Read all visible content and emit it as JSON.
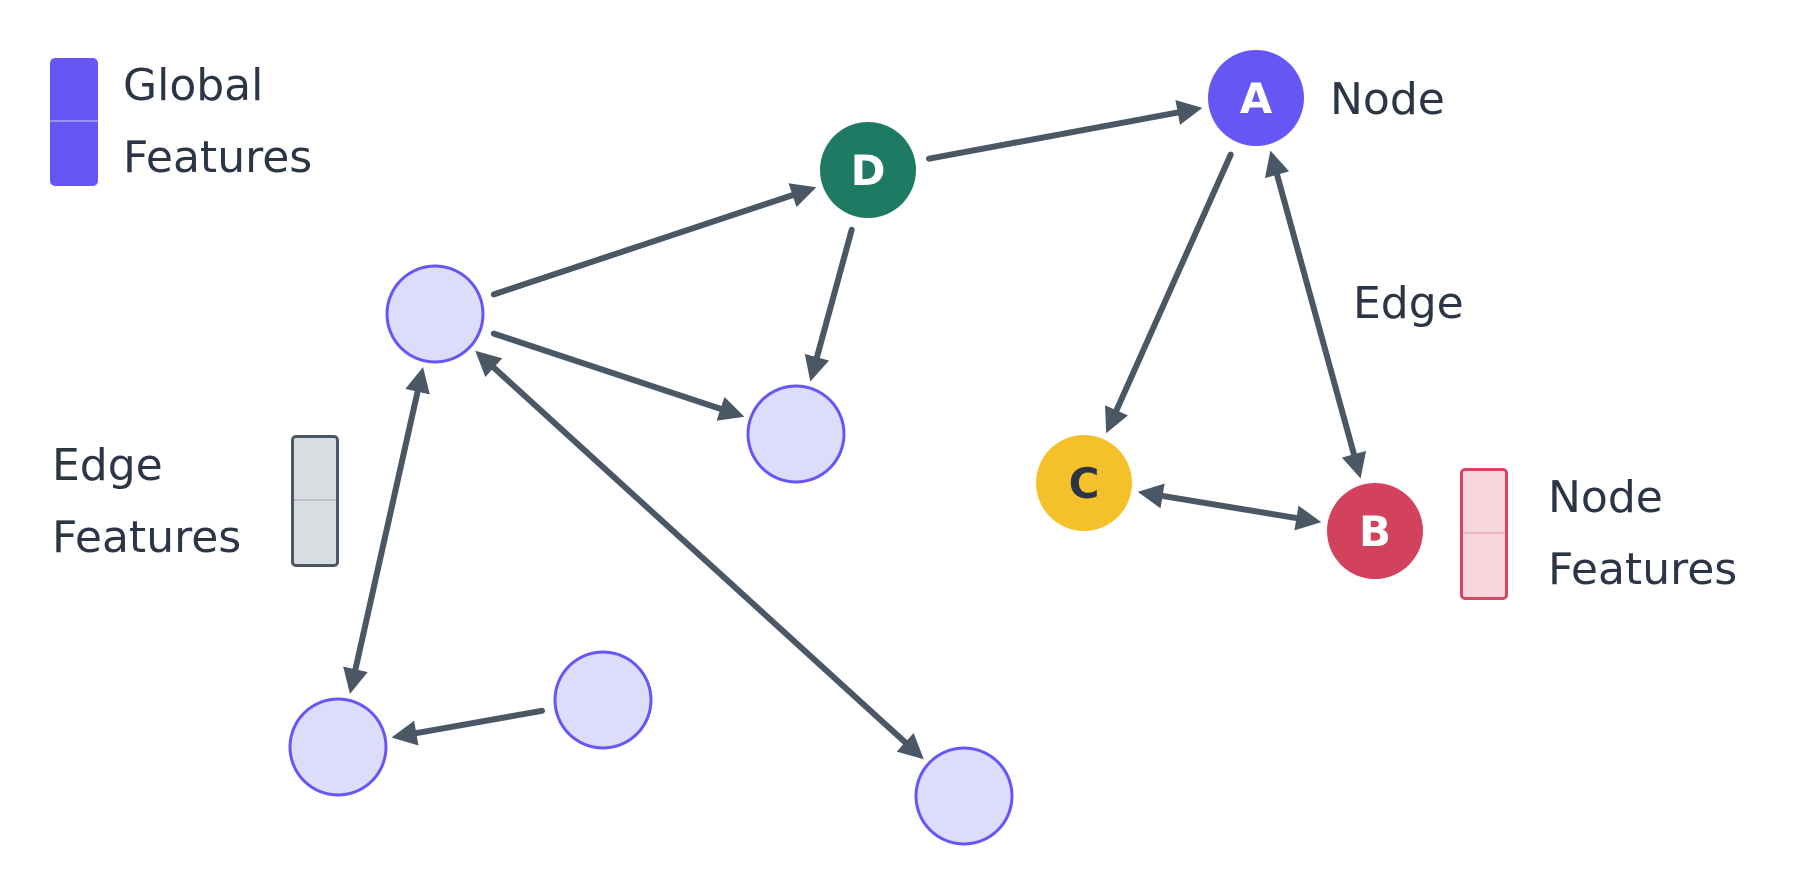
{
  "legend": {
    "global_features": {
      "line1": "Global",
      "line2": "Features",
      "color": "#6556f5"
    },
    "edge_features": {
      "line1": "Edge",
      "line2": "Features",
      "fill": "#d8dde2",
      "border": "#4a5866"
    },
    "node_features": {
      "line1": "Node",
      "line2": "Features",
      "fill": "#f7d7dd",
      "border": "#d94560"
    }
  },
  "annotations": {
    "node_label": "Node",
    "edge_label": "Edge"
  },
  "nodes": [
    {
      "id": "A",
      "label": "A",
      "fill": "#6556f5",
      "text_color": "#ffffff"
    },
    {
      "id": "B",
      "label": "B",
      "fill": "#d2425c",
      "text_color": "#ffffff"
    },
    {
      "id": "C",
      "label": "C",
      "fill": "#f5c12a",
      "text_color": "#2b3545"
    },
    {
      "id": "D",
      "label": "D",
      "fill": "#1f7a64",
      "text_color": "#ffffff"
    },
    {
      "id": "n1",
      "label": "",
      "fill": "#dedcfb",
      "stroke": "#6556f5"
    },
    {
      "id": "n2",
      "label": "",
      "fill": "#dedcfb",
      "stroke": "#6556f5"
    },
    {
      "id": "n3",
      "label": "",
      "fill": "#dedcfb",
      "stroke": "#6556f5"
    },
    {
      "id": "n4",
      "label": "",
      "fill": "#dedcfb",
      "stroke": "#6556f5"
    },
    {
      "id": "n5",
      "label": "",
      "fill": "#dedcfb",
      "stroke": "#6556f5"
    }
  ],
  "edges": [
    {
      "from": "D",
      "to": "A",
      "direction": "forward"
    },
    {
      "from": "A",
      "to": "C",
      "direction": "forward"
    },
    {
      "from": "A",
      "to": "B",
      "direction": "both"
    },
    {
      "from": "C",
      "to": "B",
      "direction": "both"
    },
    {
      "from": "n1",
      "to": "D",
      "direction": "forward"
    },
    {
      "from": "n1",
      "to": "n2",
      "direction": "forward"
    },
    {
      "from": "D",
      "to": "n2",
      "direction": "forward"
    },
    {
      "from": "n1",
      "to": "n3",
      "direction": "both"
    },
    {
      "from": "n1",
      "to": "n5",
      "direction": "both"
    },
    {
      "from": "n4",
      "to": "n3",
      "direction": "forward"
    }
  ],
  "style": {
    "edge_color": "#4a5866"
  }
}
